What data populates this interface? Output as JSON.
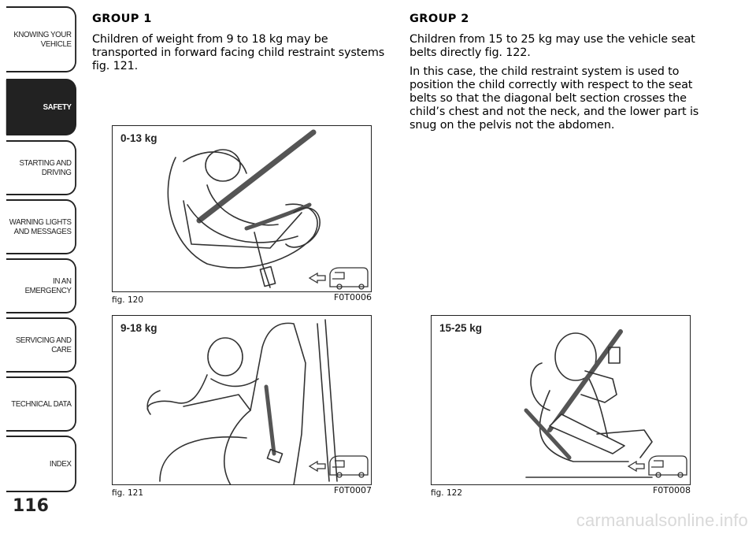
{
  "nav": {
    "tabs": [
      {
        "label": "KNOWING YOUR\nVEHICLE",
        "active": false
      },
      {
        "label": "SAFETY",
        "active": true
      },
      {
        "label": "STARTING AND\nDRIVING",
        "active": false
      },
      {
        "label": "WARNING LIGHTS\nAND MESSAGES",
        "active": false
      },
      {
        "label": "IN AN EMERGENCY",
        "active": false
      },
      {
        "label": "SERVICING AND\nCARE",
        "active": false
      },
      {
        "label": "TECHNICAL DATA",
        "active": false
      },
      {
        "label": "INDEX",
        "active": false
      }
    ],
    "page_number": "116"
  },
  "left": {
    "heading": "GROUP 1",
    "paragraph": "Children of weight from 9 to 18 kg may be transported in forward facing child restraint systems fig. 121."
  },
  "right": {
    "heading": "GROUP 2",
    "paragraphs": [
      "Children from 15 to 25 kg may use the vehicle seat belts directly fig. 122.",
      "In this case, the child restraint system is used to position the child correctly with respect to the seat belts so that the diagonal belt section crosses the child’s chest and not the neck, and the lower part is snug on the pelvis not the abdomen."
    ]
  },
  "figures": {
    "fig120": {
      "weight": "0-13 kg",
      "caption": "fig. 120",
      "code": "F0T0006",
      "icon": "van-rear-arrow-icon"
    },
    "fig121": {
      "weight": "9-18 kg",
      "caption": "fig. 121",
      "code": "F0T0007",
      "icon": "van-rear-arrow-icon"
    },
    "fig122": {
      "weight": "15-25 kg",
      "caption": "fig. 122",
      "code": "F0T0008",
      "icon": "van-rear-arrow-icon"
    }
  },
  "watermark": "carmanualsonline.info"
}
